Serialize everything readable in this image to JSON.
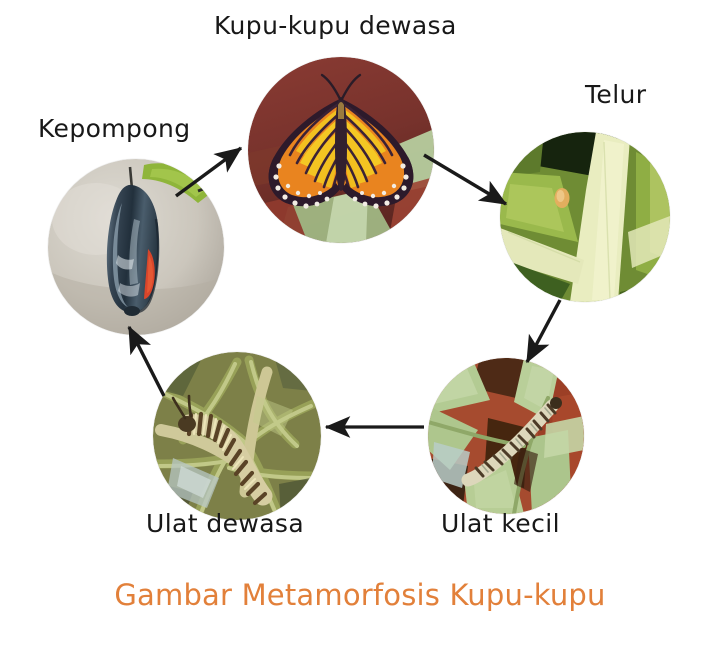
{
  "diagram": {
    "title": "Gambar Metamorfosis Kupu-kupu",
    "caption_color": "#e2803a",
    "label_color": "#181818",
    "background": "#ffffff",
    "arrow_color": "#1a1a1a",
    "stages": [
      {
        "id": "kupu-kupu-dewasa",
        "label": "Kupu-kupu dewasa",
        "subject": "adult-monarch-butterfly",
        "colors": {
          "background": "#7d3630",
          "wing_orange": "#e9841f",
          "wing_yellow": "#f2c020",
          "wing_vein": "#3b2236",
          "wing_border": "#2d1a2b",
          "spots": "#f2ece4",
          "leaf": "#bcd6a0"
        }
      },
      {
        "id": "telur",
        "label": "Telur",
        "subject": "butterfly-egg-on-leaf",
        "colors": {
          "leaf_pale": "#eaeec2",
          "leaf_mid": "#a8be54",
          "leaf_dark": "#3f5c22",
          "shadow": "#1b2a10",
          "egg": "#e5b264"
        }
      },
      {
        "id": "ulat-kecil",
        "label": "Ulat kecil",
        "subject": "small-caterpillar-on-leaves",
        "colors": {
          "background": "#a0412a",
          "leaf": "#b8cf9a",
          "leaf_dark": "#4d3a1e",
          "body_light": "#ddd9bd",
          "body_stripe": "#4a3a28"
        }
      },
      {
        "id": "ulat-dewasa",
        "label": "Ulat dewasa",
        "subject": "mature-caterpillar-on-foliage",
        "colors": {
          "background": "#7a7a4a",
          "leaf": "#9aa05a",
          "leaf_light": "#cfcf96",
          "body_light": "#d8cfa0",
          "body_stripe": "#5a4326",
          "highlight": "#b9c8c8"
        }
      },
      {
        "id": "kepompong",
        "label": "Kepompong",
        "subject": "chrysalis-pupa",
        "colors": {
          "background": "#c9c4bb",
          "pupa_dark": "#2a3642",
          "pupa_light": "#8fa0ad",
          "pupa_accent": "#d9452a",
          "leaf": "#8fb53a"
        }
      }
    ],
    "arrows": [
      {
        "id": "arrow-kepompong-to-kupu",
        "from": "kepompong",
        "to": "kupu-kupu-dewasa",
        "direction": "up-right"
      },
      {
        "id": "arrow-kupu-to-telur",
        "from": "kupu-kupu-dewasa",
        "to": "telur",
        "direction": "down-right"
      },
      {
        "id": "arrow-telur-to-ulat-kecil",
        "from": "telur",
        "to": "ulat-kecil",
        "direction": "down-left"
      },
      {
        "id": "arrow-ulat-kecil-to-ulat-dewasa",
        "from": "ulat-kecil",
        "to": "ulat-dewasa",
        "direction": "left"
      },
      {
        "id": "arrow-ulat-dewasa-to-kepompong",
        "from": "ulat-dewasa",
        "to": "kepompong",
        "direction": "up"
      }
    ]
  }
}
